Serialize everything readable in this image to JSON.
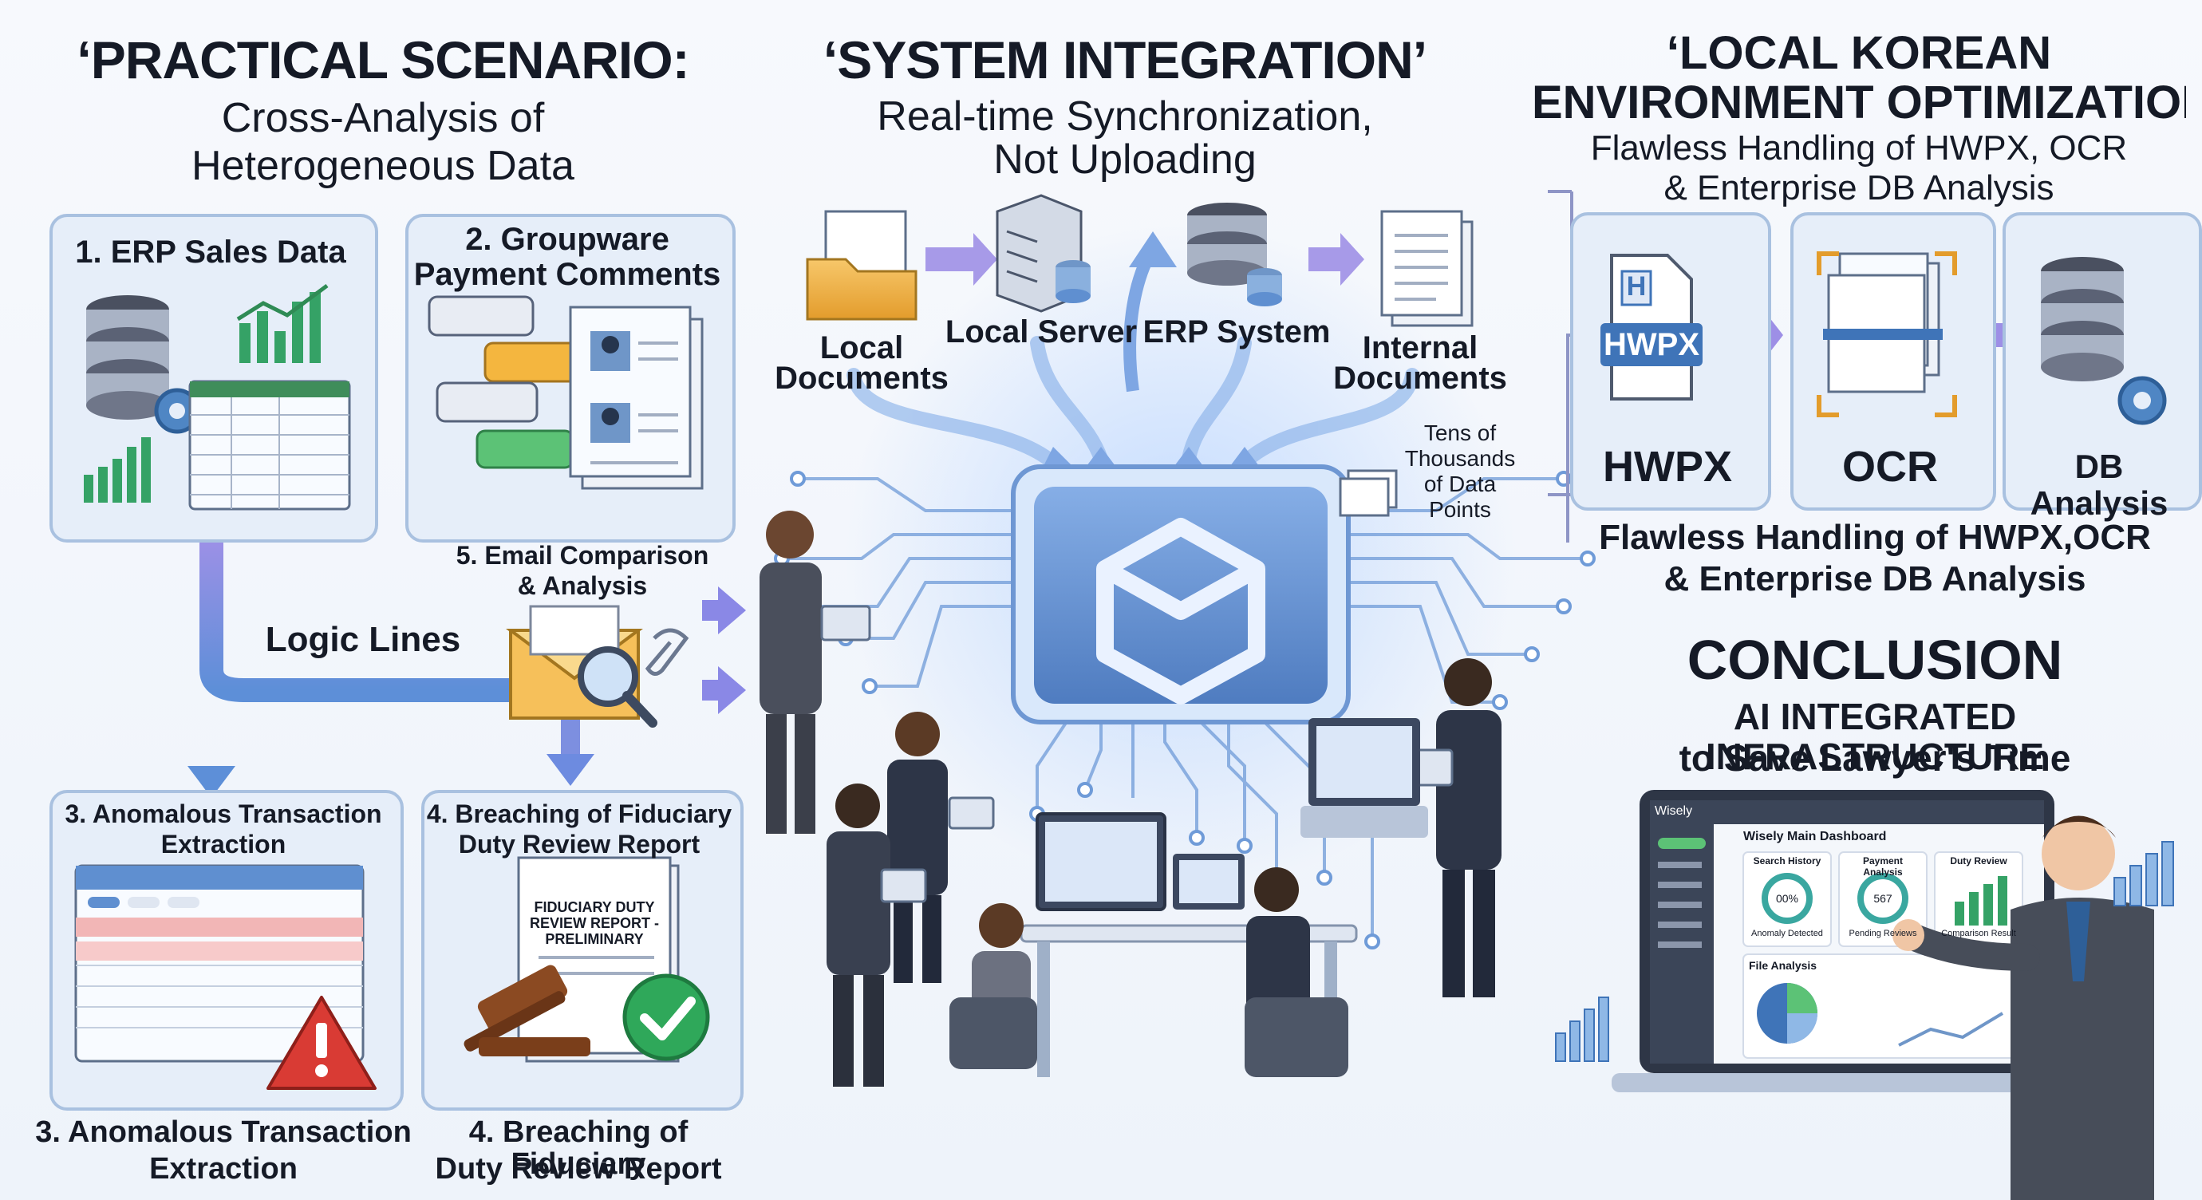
{
  "practical": {
    "title": "‘PRACTICAL SCENARIO:",
    "subtitle_1": "Cross-Analysis of",
    "subtitle_2": "Heterogeneous Data",
    "card1_label": "1. ERP Sales Data",
    "card2_label_1": "2. Groupware",
    "card2_label_2": "Payment Comments",
    "email_label_1": "5. Email Comparison",
    "email_label_2": "& Analysis",
    "logic_lines": "Logic Lines",
    "card3_label_1": "3. Anomalous Transaction",
    "card3_label_2": "Extraction",
    "card4_label_1": "4. Breaching of Fiduciary",
    "card4_label_2": "Duty Review Report",
    "report_doc_1": "FIDUCIARY DUTY",
    "report_doc_2": "REVIEW REPORT -",
    "report_doc_3": "PRELIMINARY",
    "bottom3_1": "3. Anomalous Transaction",
    "bottom3_2": "Extraction",
    "bottom4_1": "4. Breaching of Fiduciary",
    "bottom4_2": "Duty Review Report"
  },
  "integration": {
    "title": "‘SYSTEM INTEGRATION’",
    "subtitle_1": "Real-time Synchronization,",
    "subtitle_2": "Not Uploading",
    "local_docs_1": "Local",
    "local_docs_2": "Documents",
    "local_server": "Local Server",
    "erp_system": "ERP System",
    "internal_docs_1": "Internal",
    "internal_docs_2": "Documents",
    "tens_1": "Tens of",
    "tens_2": "Thousands",
    "tens_3": "of Data",
    "tens_4": "Points"
  },
  "korean": {
    "title_1": "‘LOCAL KOREAN",
    "title_2": "ENVIRONMENT OPTIMIZATION",
    "subtitle_1": "Flawless Handling of HWPX, OCR",
    "subtitle_2": "& Enterprise DB Analysis",
    "hwpx_file": "HWPX",
    "hwpx_letter": "H",
    "hwpx_label": "HWPX",
    "ocr_label": "OCR",
    "db_label": "DB Analysis",
    "repeat_1": "Flawless Handling of HWPX,OCR",
    "repeat_2": "& Enterprise DB Analysis"
  },
  "conclusion": {
    "title": "CONCLUSION",
    "subtitle_1": "AI INTEGRATED INFRASTRUCTURE",
    "subtitle_2": "to Save Lawyer's Time",
    "app_name": "Wisely",
    "dashboard_title": "Wisely Main Dashboard",
    "panel1_title": "Search History",
    "panel1_value": "00%",
    "panel1_caption": "Anomaly Detected",
    "panel2_title": "Payment Analysis",
    "panel2_value": "567",
    "panel2_caption": "Pending Reviews",
    "panel3_title": "Duty Review",
    "panel3_caption": "Comparison Result",
    "file_analysis": "File Analysis"
  },
  "colors": {
    "accent_blue": "#5b86c8",
    "card_fill": "#e6eef9",
    "card_border": "#a9c1e0",
    "arrow_purple": "#8b86e0",
    "warning_red": "#d93b34",
    "check_green": "#2fa85a",
    "chip_blue": "#5f8fd0"
  }
}
